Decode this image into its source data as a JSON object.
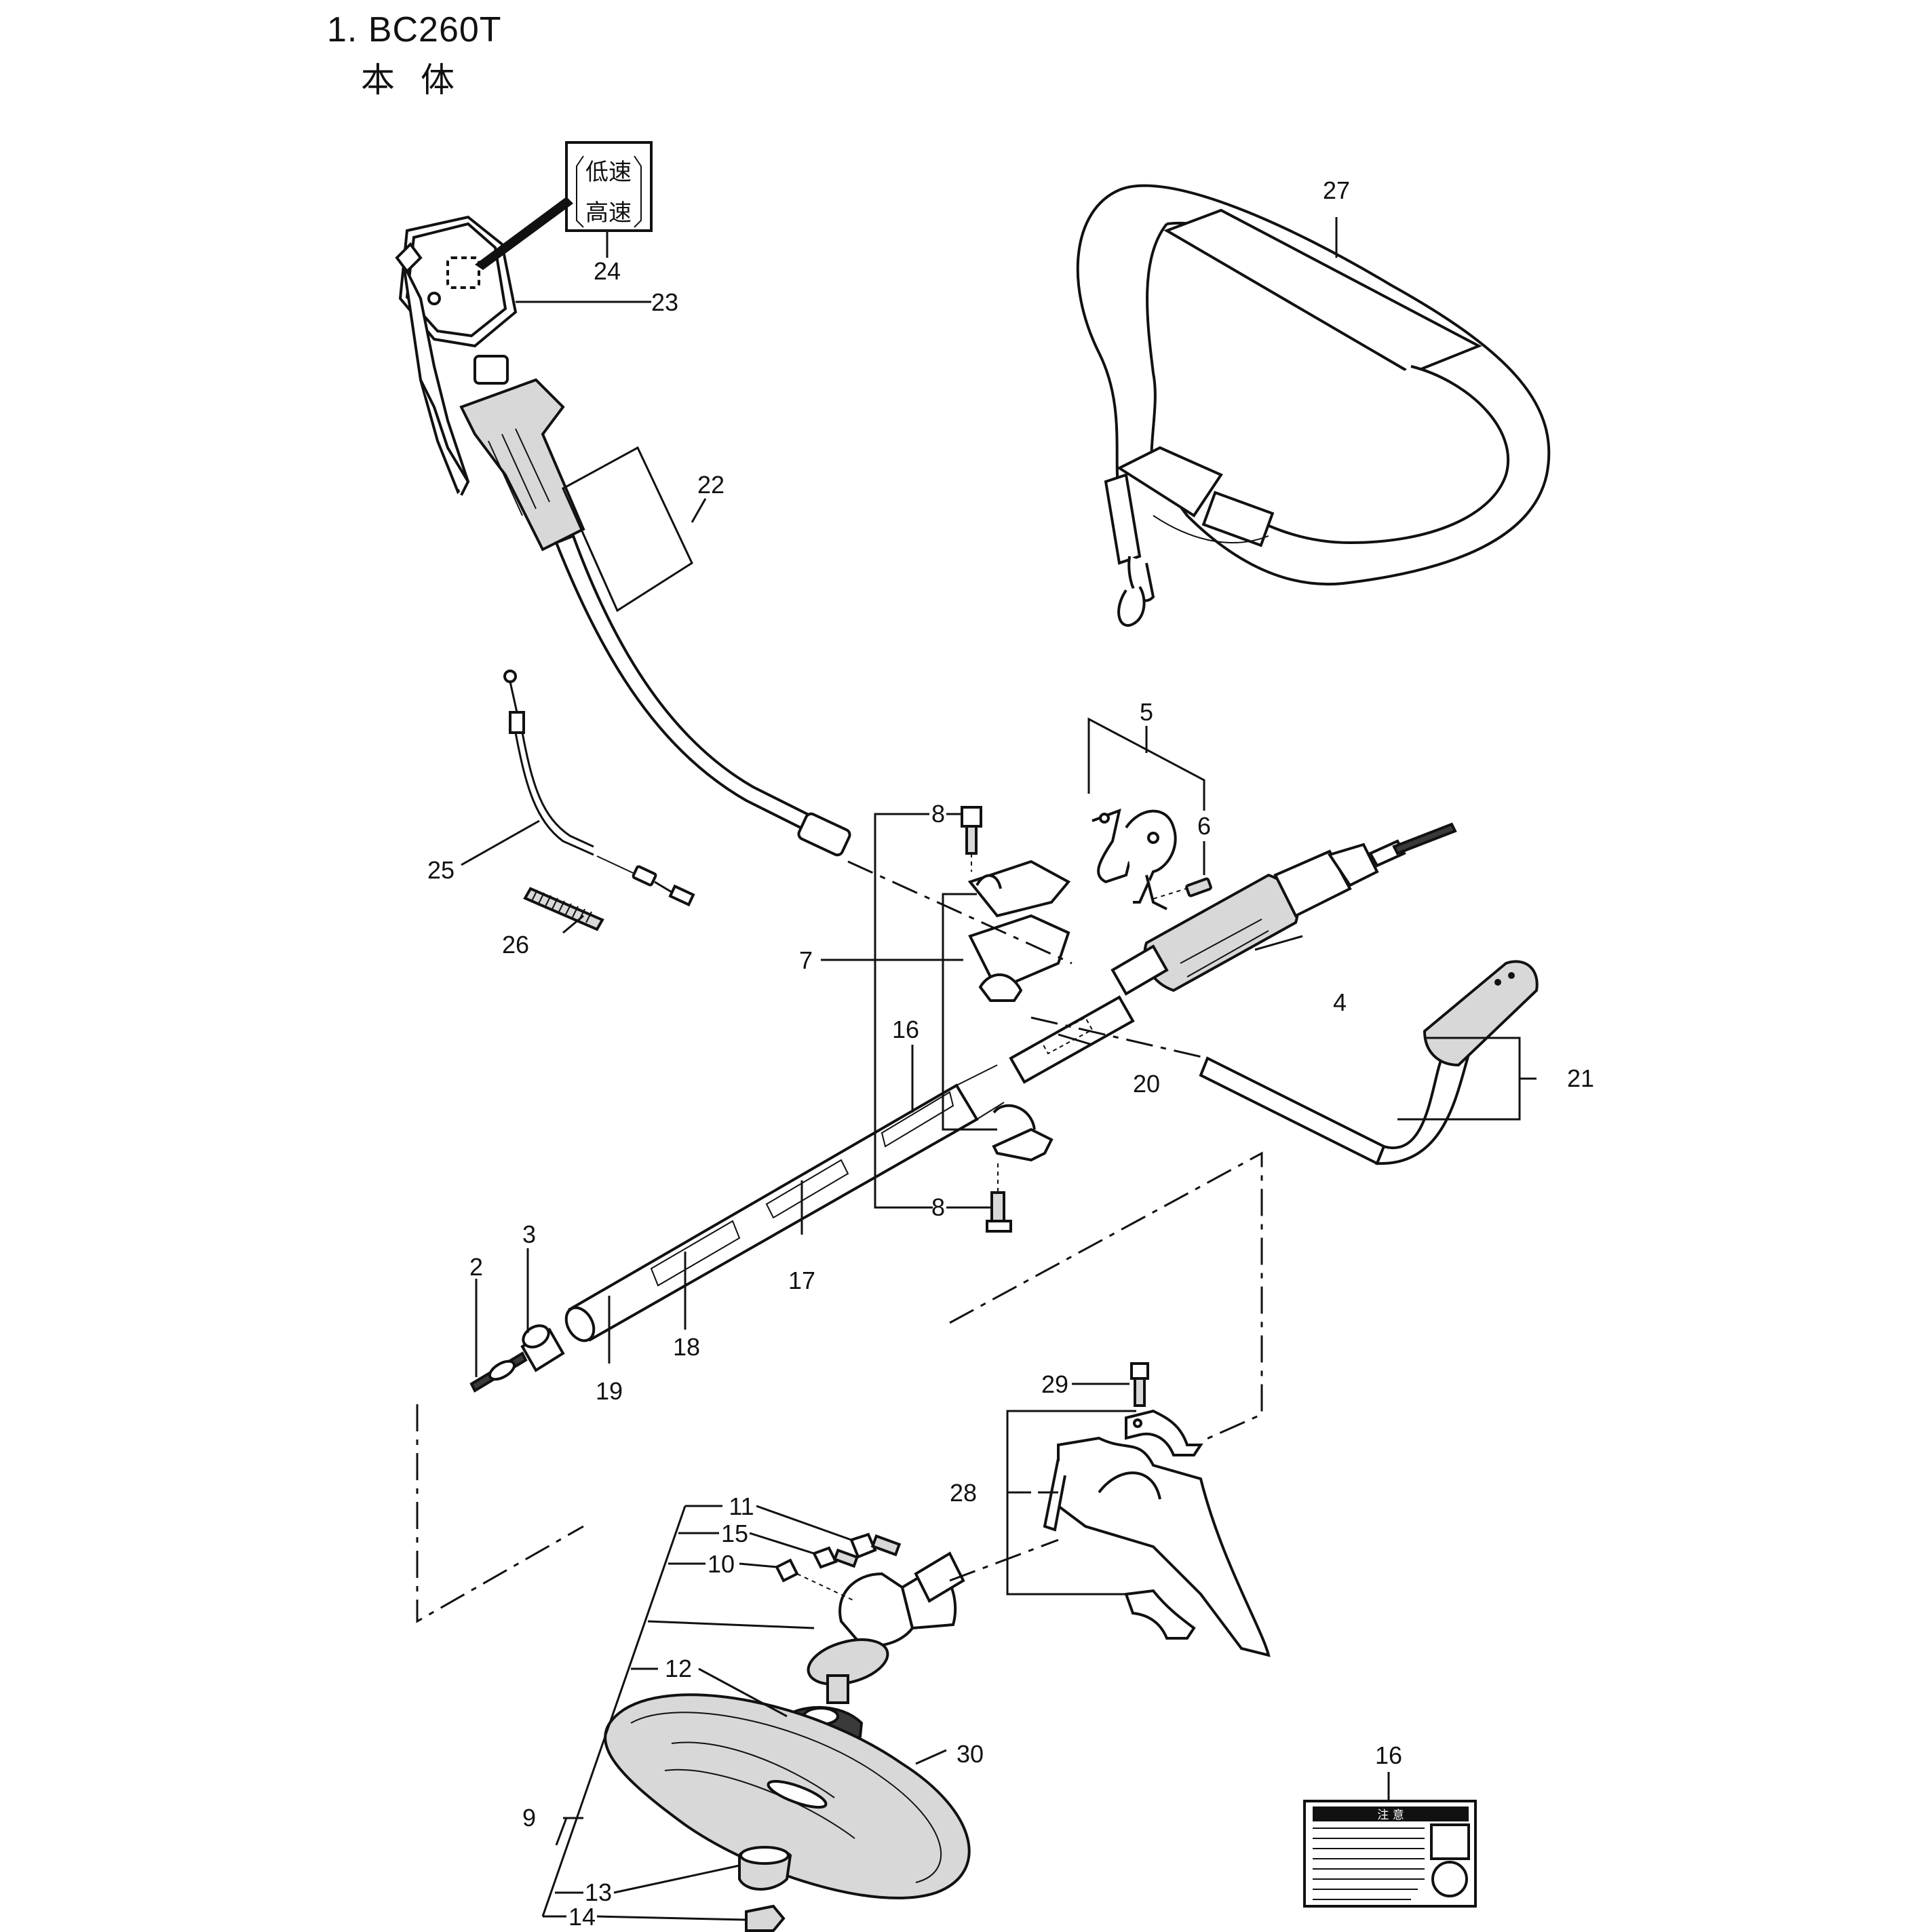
{
  "title": {
    "model": "1. BC260T",
    "subtitle": "本体"
  },
  "speed_label": {
    "low": "低速",
    "high": "高速"
  },
  "callouts": {
    "c2": "2",
    "c3": "3",
    "c4": "4",
    "c5": "5",
    "c6": "6",
    "c7": "7",
    "c8a": "8",
    "c8b": "8",
    "c9": "9",
    "c10": "10",
    "c11": "11",
    "c12": "12",
    "c13": "13",
    "c14": "14",
    "c15": "15",
    "c16a": "16",
    "c16b": "16",
    "c17": "17",
    "c18": "18",
    "c19": "19",
    "c20": "20",
    "c21": "21",
    "c22": "22",
    "c23": "23",
    "c24": "24",
    "c25": "25",
    "c26": "26",
    "c27": "27",
    "c28": "28",
    "c29": "29",
    "c30": "30"
  },
  "warning_label": {
    "heading": "注 意"
  }
}
